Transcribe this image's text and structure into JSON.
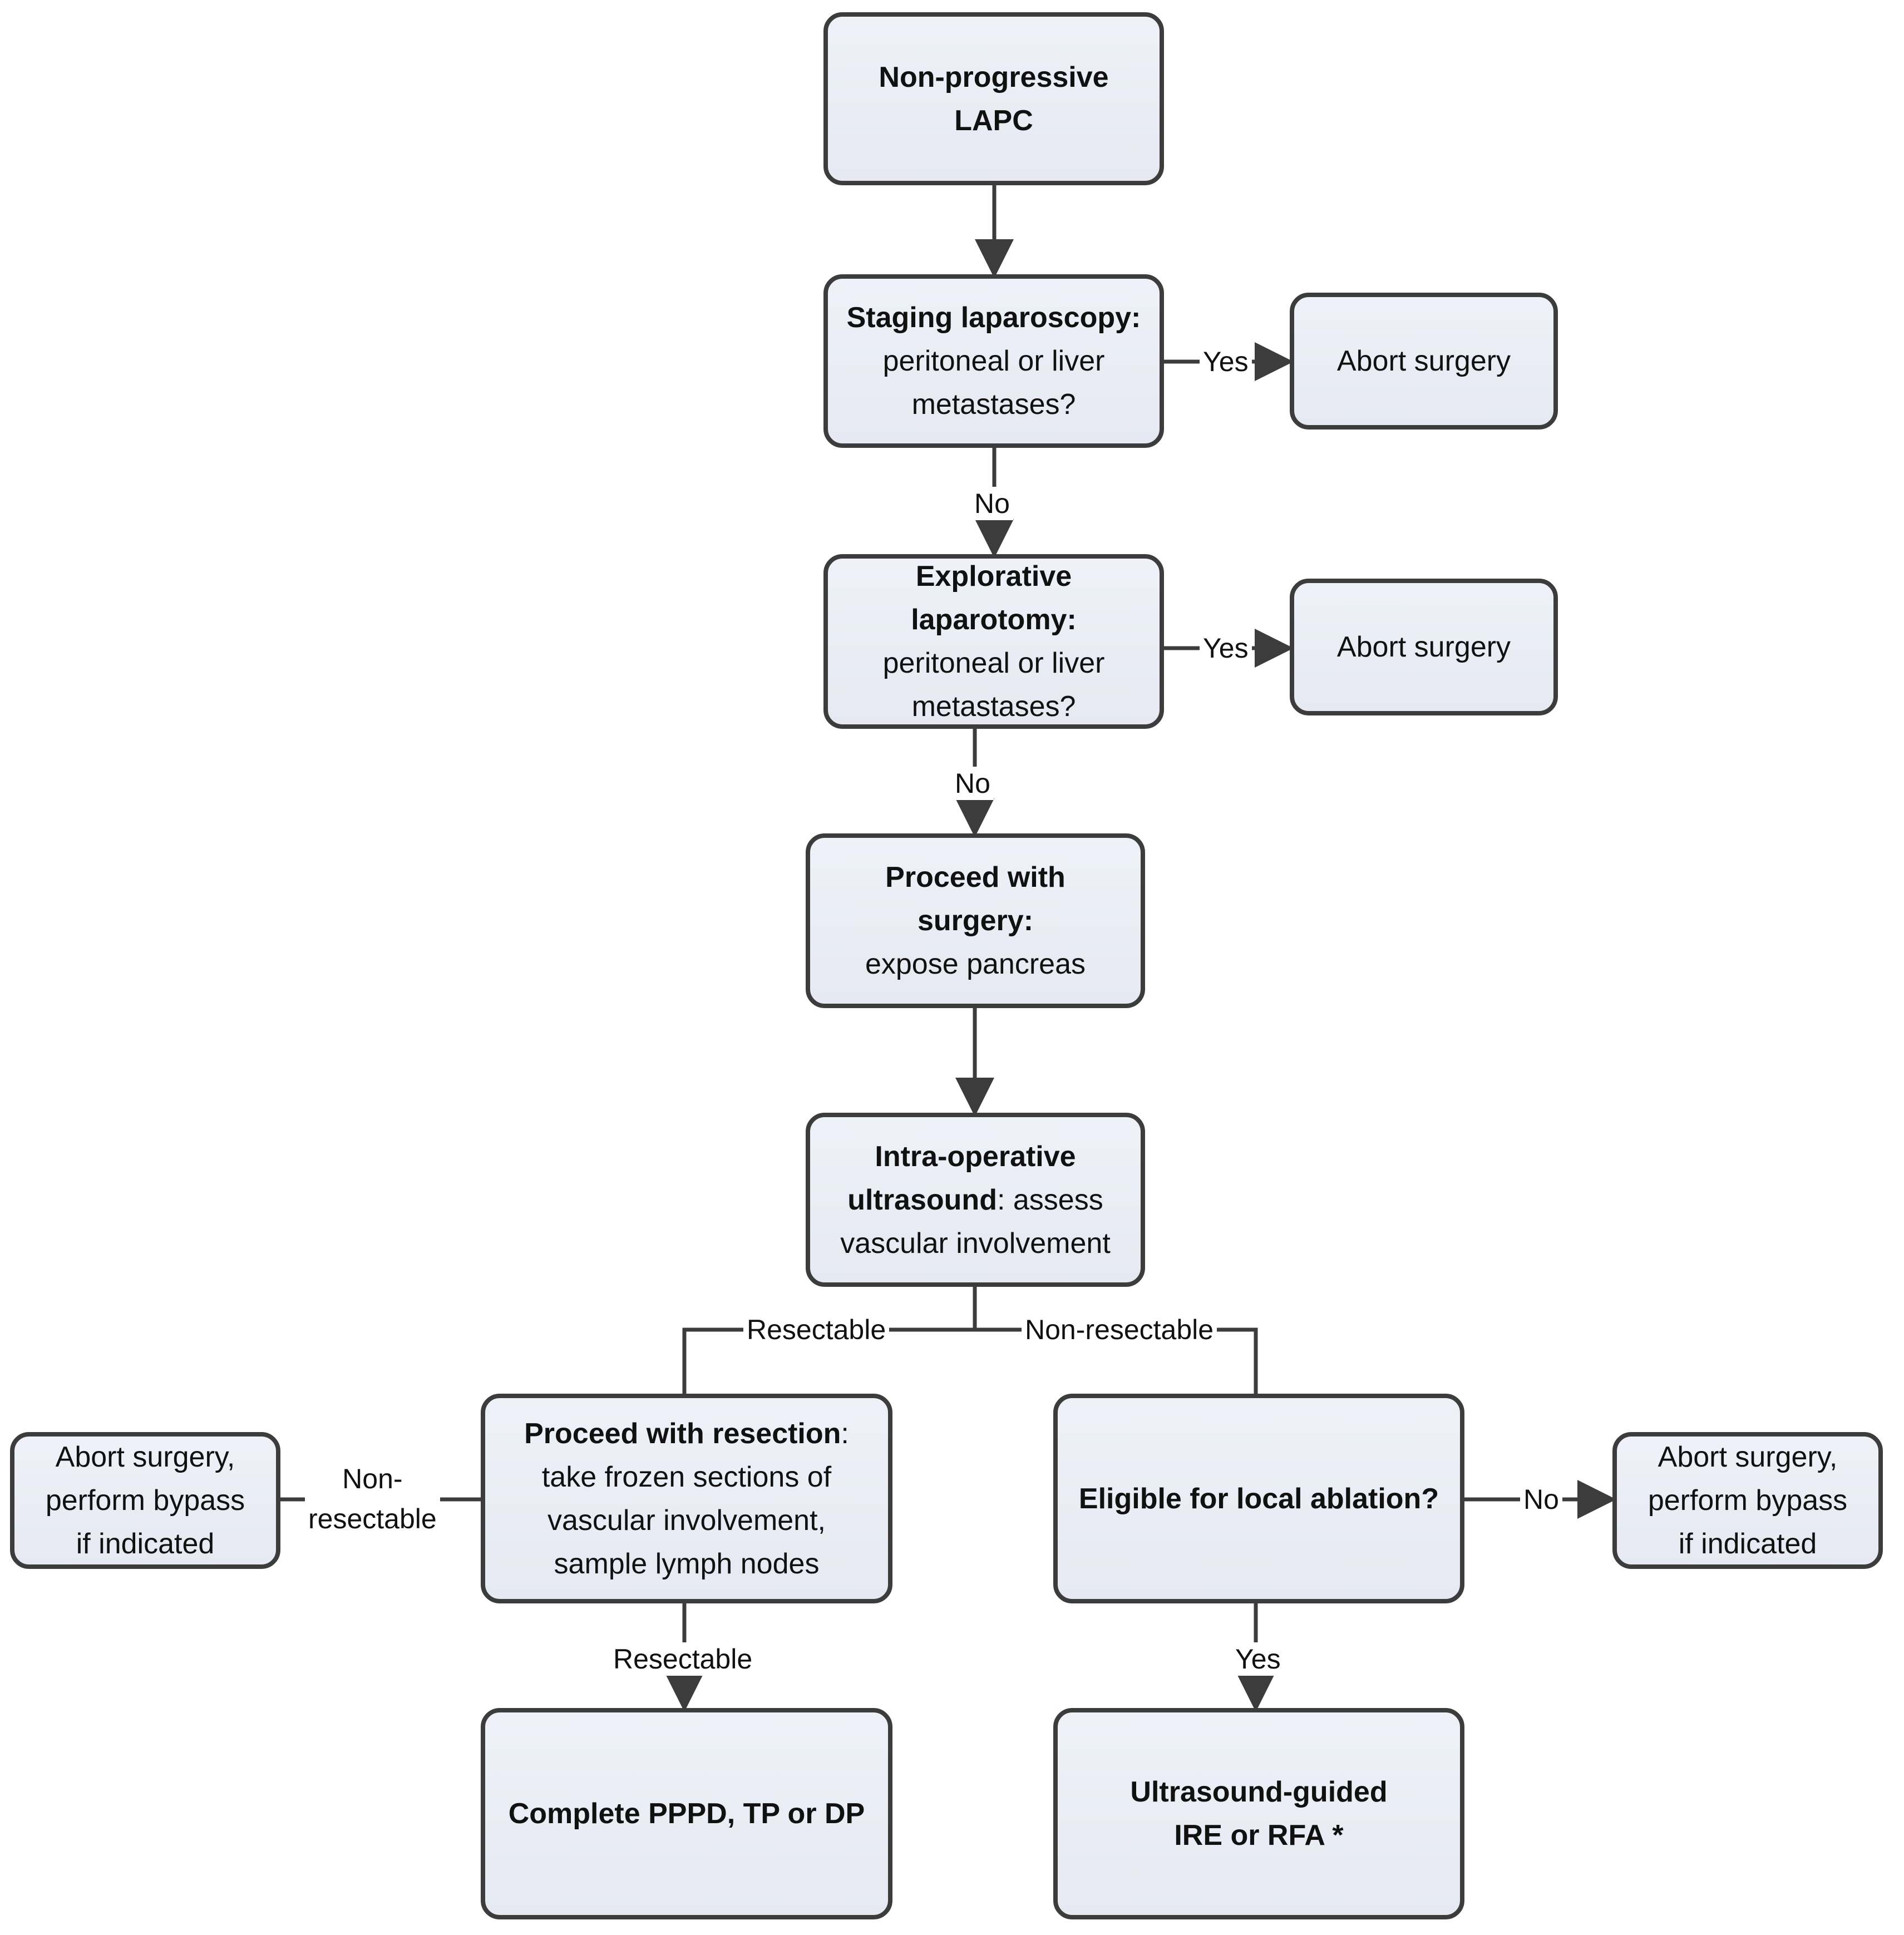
{
  "nodes": {
    "start": {
      "lines": [
        "Non-progressive",
        "LAPC"
      ]
    },
    "staging": {
      "bold": "Staging laparoscopy:",
      "rest": [
        "peritoneal or liver",
        "metastases?"
      ]
    },
    "abort1": {
      "text": "Abort surgery"
    },
    "explore": {
      "bold": [
        "Explorative",
        "laparotomy:"
      ],
      "rest": [
        "peritoneal or liver",
        "metastases?"
      ]
    },
    "abort2": {
      "text": "Abort surgery"
    },
    "proceed": {
      "bold": [
        "Proceed with",
        "surgery:"
      ],
      "rest": "expose pancreas"
    },
    "ious": {
      "bold1": "Intra-operative",
      "bold2": "ultrasound",
      "tail": ": assess",
      "rest": "vascular involvement"
    },
    "resection": {
      "bold": "Proceed with resection",
      "tail": ":",
      "rest": [
        "take frozen sections of",
        "vascular involvement,",
        "sample lymph nodes"
      ]
    },
    "eligible": {
      "text": "Eligible for local ablation?"
    },
    "abortLeft": {
      "lines": [
        "Abort surgery,",
        "perform bypass",
        "if indicated"
      ]
    },
    "abortRight": {
      "lines": [
        "Abort surgery,",
        "perform bypass",
        "if indicated"
      ]
    },
    "complete": {
      "text": "Complete PPPD, TP or DP"
    },
    "ablation": {
      "lines": [
        "Ultrasound-guided",
        "IRE or RFA *"
      ]
    }
  },
  "edges": {
    "staging_yes": "Yes",
    "staging_no": "No",
    "explore_yes": "Yes",
    "explore_no": "No",
    "ious_resectable": "Resectable",
    "ious_nonresectable": "Non-resectable",
    "resection_nonresectable": [
      "Non-",
      "resectable"
    ],
    "resection_resectable": "Resectable",
    "eligible_no": "No",
    "eligible_yes": "Yes"
  }
}
